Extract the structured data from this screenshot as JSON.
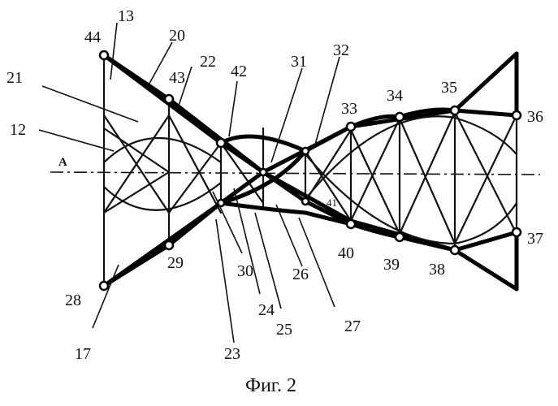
{
  "caption": "Фиг. 2",
  "axis_label": "A",
  "labels": {
    "n44": "44",
    "n13": "13",
    "n20": "20",
    "n21": "21",
    "n43": "43",
    "n22": "22",
    "n42": "42",
    "n31": "31",
    "n32": "32",
    "n12": "12",
    "n33": "33",
    "n34": "34",
    "n35": "35",
    "n36": "36",
    "n41": "41",
    "n40": "40",
    "n39": "39",
    "n38": "38",
    "n37": "37",
    "n29": "29",
    "n30": "30",
    "n26": "26",
    "n24": "24",
    "n25": "25",
    "n27": "27",
    "n23": "23",
    "n28": "28",
    "n17": "17"
  }
}
